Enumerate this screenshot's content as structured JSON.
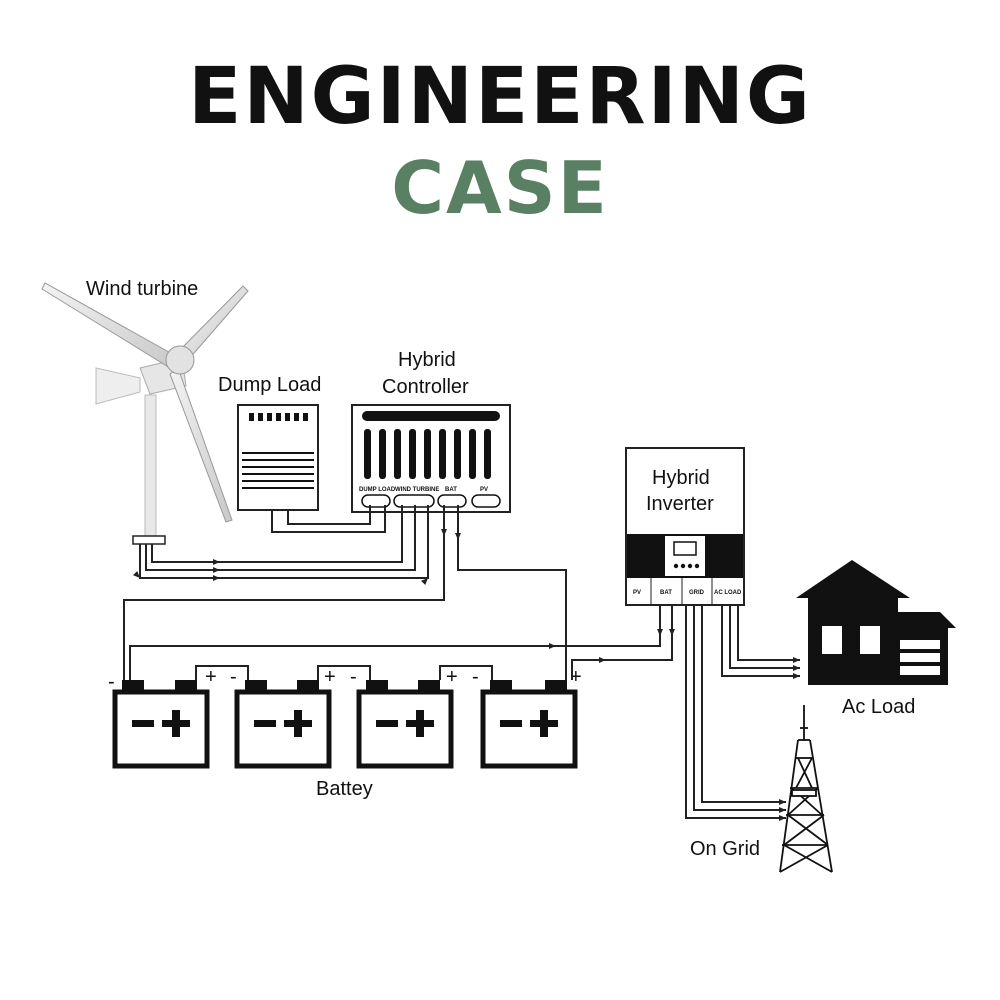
{
  "header": {
    "title_line1": "ENGINEERING",
    "title_line2": "CASE"
  },
  "labels": {
    "wind_turbine": "Wind turbine",
    "dump_load": "Dump Load",
    "controller_line1": "Hybrid",
    "controller_line2": "Controller",
    "inverter_line1": "Hybrid",
    "inverter_line2": "Inverter",
    "ac_load": "Ac Load",
    "battery": "Battey",
    "on_grid": "On Grid"
  },
  "controller_terminals": {
    "dump_load": "DUMP LOAD",
    "wind_turbine": "WIND TURBINE",
    "bat": "BAT",
    "pv": "PV"
  },
  "inverter_terminals": {
    "pv": "PV",
    "bat": "BAT",
    "grid": "GRID",
    "ac_load": "AC LOAD"
  },
  "polarity": {
    "minus": "-",
    "plus": "+"
  },
  "colors": {
    "title_dark": "#111111",
    "title_accent": "#5a8063"
  }
}
